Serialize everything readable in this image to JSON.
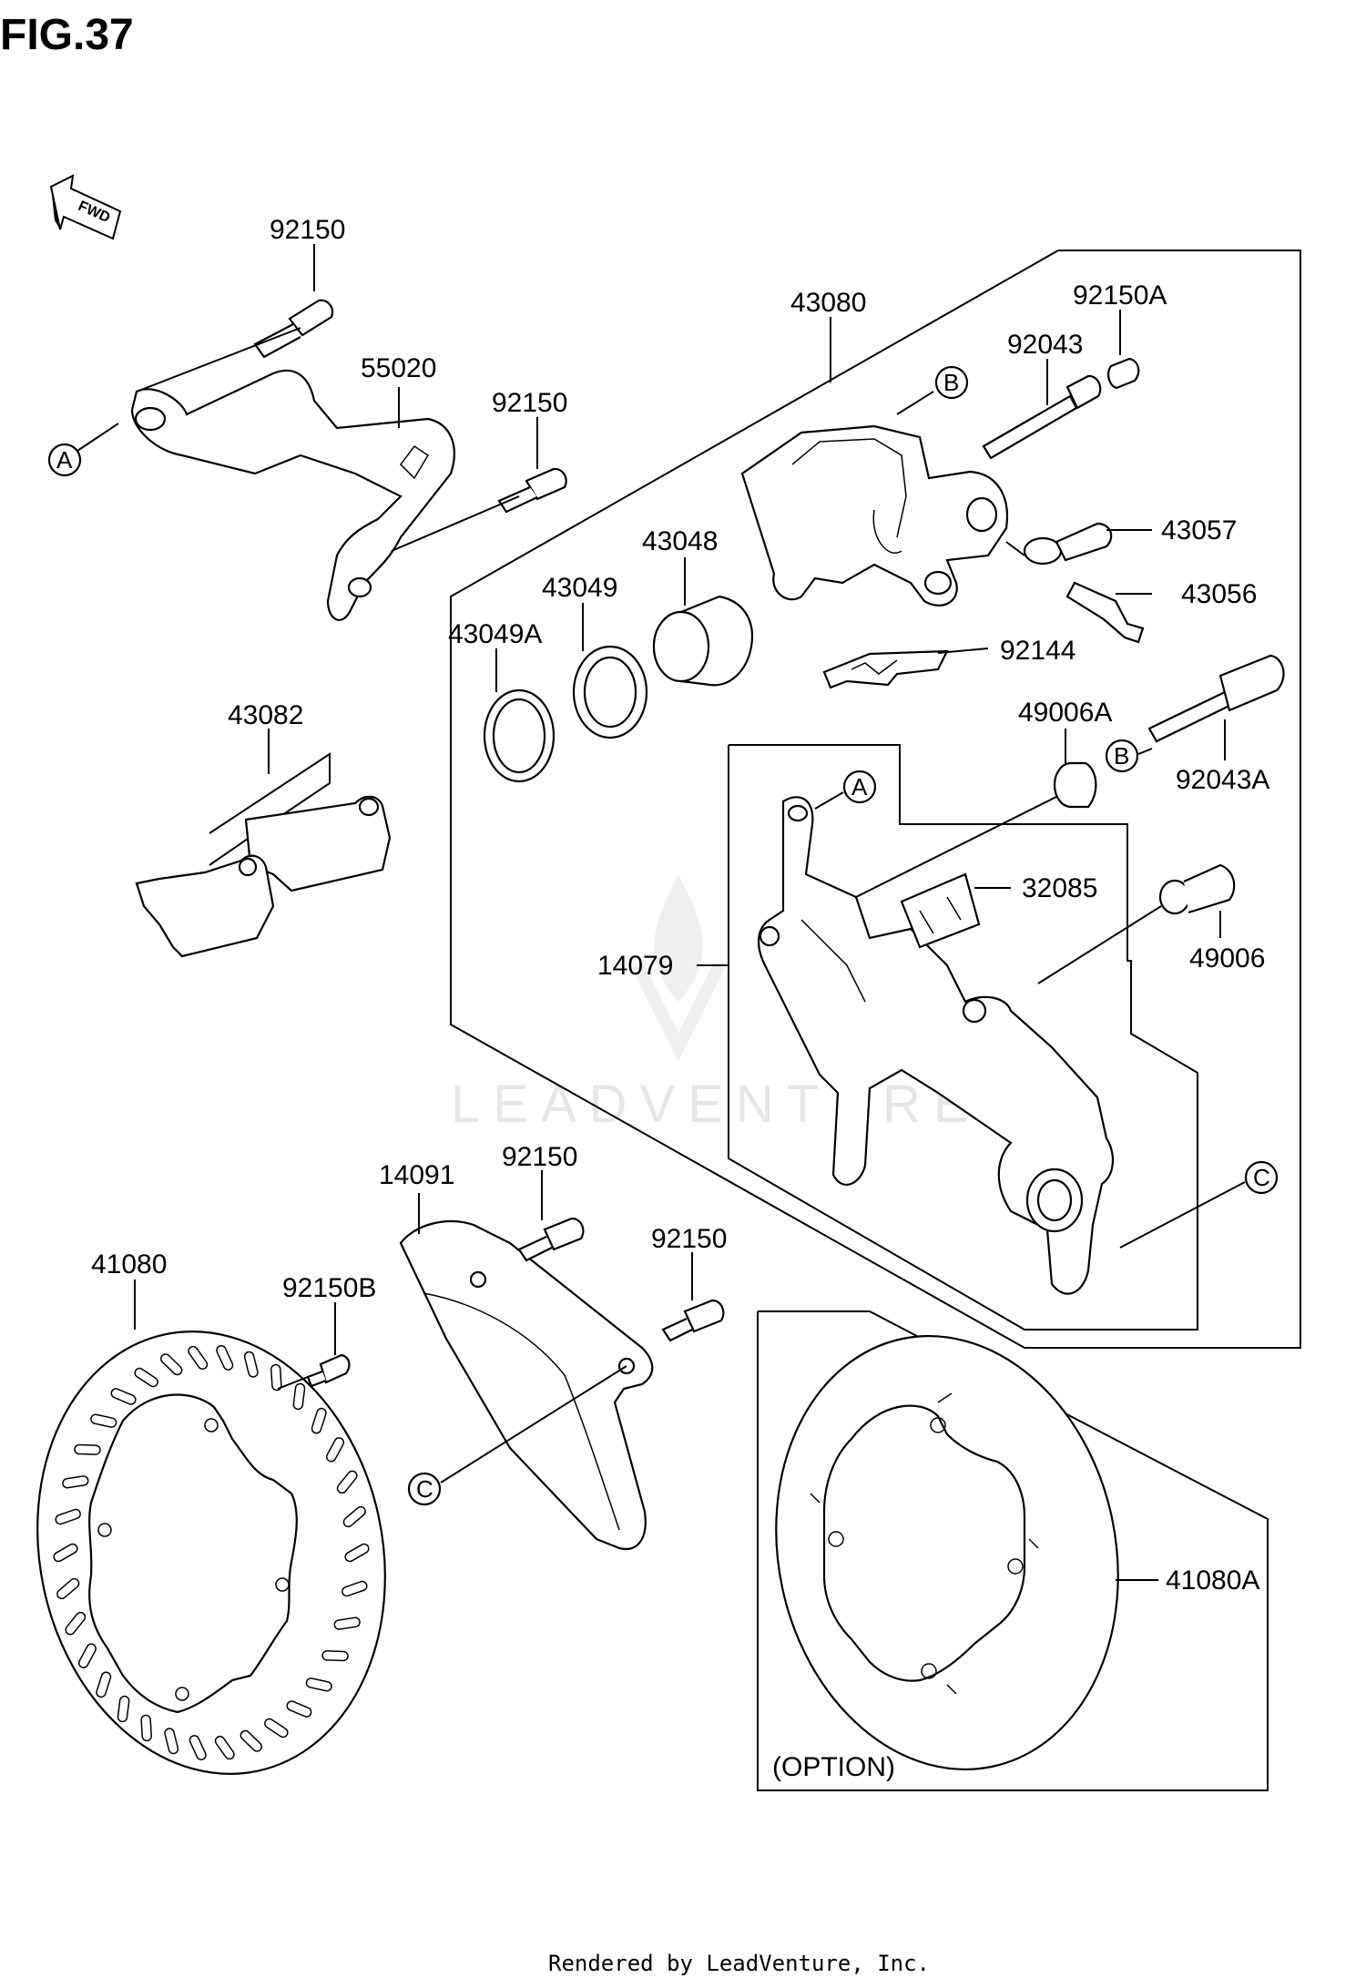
{
  "figure_title": "FIG.37",
  "direction_marker": "FWD",
  "footer_text": "Rendered by LeadVenture, Inc.",
  "watermark": "LEADVENTURE",
  "option_label": "(OPTION)",
  "callouts": {
    "A": "A",
    "B": "B",
    "C": "C"
  },
  "parts": [
    {
      "id": "92150",
      "label": "92150"
    },
    {
      "id": "55020",
      "label": "55020"
    },
    {
      "id": "92150",
      "label": "92150"
    },
    {
      "id": "43080",
      "label": "43080"
    },
    {
      "id": "92150A",
      "label": "92150A"
    },
    {
      "id": "92043",
      "label": "92043"
    },
    {
      "id": "43057",
      "label": "43057"
    },
    {
      "id": "43056",
      "label": "43056"
    },
    {
      "id": "43048",
      "label": "43048"
    },
    {
      "id": "43049",
      "label": "43049"
    },
    {
      "id": "43049A",
      "label": "43049A"
    },
    {
      "id": "92144",
      "label": "92144"
    },
    {
      "id": "49006A",
      "label": "49006A"
    },
    {
      "id": "92043A",
      "label": "92043A"
    },
    {
      "id": "43082",
      "label": "43082"
    },
    {
      "id": "32085",
      "label": "32085"
    },
    {
      "id": "14079",
      "label": "14079"
    },
    {
      "id": "49006",
      "label": "49006"
    },
    {
      "id": "14091",
      "label": "14091"
    },
    {
      "id": "92150",
      "label": "92150"
    },
    {
      "id": "92150",
      "label": "92150"
    },
    {
      "id": "41080",
      "label": "41080"
    },
    {
      "id": "92150B",
      "label": "92150B"
    },
    {
      "id": "41080A",
      "label": "41080A"
    }
  ]
}
